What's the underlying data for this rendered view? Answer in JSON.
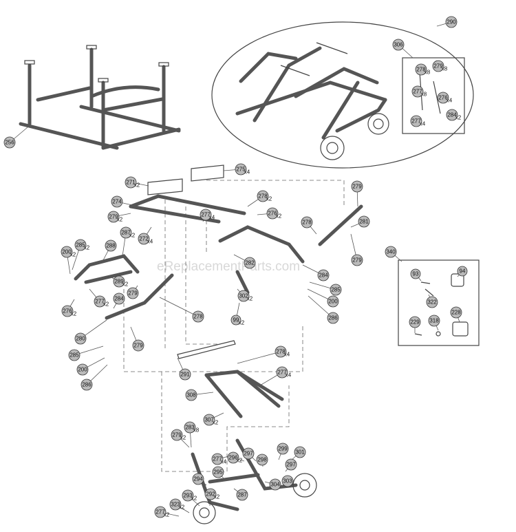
{
  "watermark": "eReplacementParts.com",
  "callouts": [
    {
      "id": "256",
      "qty": ""
    },
    {
      "id": "290",
      "qty": ""
    },
    {
      "id": "306",
      "qty": ""
    },
    {
      "id": "278",
      "qty": "x8"
    },
    {
      "id": "279",
      "qty": "x8"
    },
    {
      "id": "277",
      "qty": "x8"
    },
    {
      "id": "276",
      "qty": "x4"
    },
    {
      "id": "277",
      "qty": "x4"
    },
    {
      "id": "284",
      "qty": "x2"
    },
    {
      "id": "275",
      "qty": "x4"
    },
    {
      "id": "271",
      "qty": "x2"
    },
    {
      "id": "274",
      "qty": ""
    },
    {
      "id": "279",
      "qty": "x2"
    },
    {
      "id": "278",
      "qty": "x2"
    },
    {
      "id": "276",
      "qty": "x2"
    },
    {
      "id": "277",
      "qty": "x4"
    },
    {
      "id": "272",
      "qty": "x4"
    },
    {
      "id": "287",
      "qty": "x2"
    },
    {
      "id": "288",
      "qty": ""
    },
    {
      "id": "285",
      "qty": "x2"
    },
    {
      "id": "200",
      "qty": "x2"
    },
    {
      "id": "289",
      "qty": "x2"
    },
    {
      "id": "277",
      "qty": "x2"
    },
    {
      "id": "284",
      "qty": ""
    },
    {
      "id": "279",
      "qty": ""
    },
    {
      "id": "276",
      "qty": "x2"
    },
    {
      "id": "278",
      "qty": ""
    },
    {
      "id": "280",
      "qty": ""
    },
    {
      "id": "279",
      "qty": ""
    },
    {
      "id": "285",
      "qty": ""
    },
    {
      "id": "200",
      "qty": ""
    },
    {
      "id": "286",
      "qty": ""
    },
    {
      "id": "282",
      "qty": ""
    },
    {
      "id": "302",
      "qty": "x2"
    },
    {
      "id": "99",
      "qty": "x2"
    },
    {
      "id": "278",
      "qty": ""
    },
    {
      "id": "279",
      "qty": ""
    },
    {
      "id": "281",
      "qty": ""
    },
    {
      "id": "279",
      "qty": ""
    },
    {
      "id": "284",
      "qty": ""
    },
    {
      "id": "285",
      "qty": ""
    },
    {
      "id": "200",
      "qty": ""
    },
    {
      "id": "286",
      "qty": ""
    },
    {
      "id": "340",
      "qty": ""
    },
    {
      "id": "93",
      "qty": ""
    },
    {
      "id": "94",
      "qty": ""
    },
    {
      "id": "322",
      "qty": ""
    },
    {
      "id": "229",
      "qty": ""
    },
    {
      "id": "318",
      "qty": ""
    },
    {
      "id": "228",
      "qty": ""
    },
    {
      "id": "291",
      "qty": ""
    },
    {
      "id": "278",
      "qty": "x4"
    },
    {
      "id": "277",
      "qty": "x4"
    },
    {
      "id": "308",
      "qty": ""
    },
    {
      "id": "307",
      "qty": "x2"
    },
    {
      "id": "279",
      "qty": "x2"
    },
    {
      "id": "283",
      "qty": "x8"
    },
    {
      "id": "277",
      "qty": "x4"
    },
    {
      "id": "296",
      "qty": "x2"
    },
    {
      "id": "297",
      "qty": ""
    },
    {
      "id": "298",
      "qty": ""
    },
    {
      "id": "299",
      "qty": ""
    },
    {
      "id": "301",
      "qty": ""
    },
    {
      "id": "297",
      "qty": ""
    },
    {
      "id": "295",
      "qty": ""
    },
    {
      "id": "294",
      "qty": ""
    },
    {
      "id": "304",
      "qty": ""
    },
    {
      "id": "303",
      "qty": ""
    },
    {
      "id": "287",
      "qty": ""
    },
    {
      "id": "293",
      "qty": "x2"
    },
    {
      "id": "292",
      "qty": "x2"
    },
    {
      "id": "323",
      "qty": "x2"
    },
    {
      "id": "277",
      "qty": "x2"
    }
  ]
}
